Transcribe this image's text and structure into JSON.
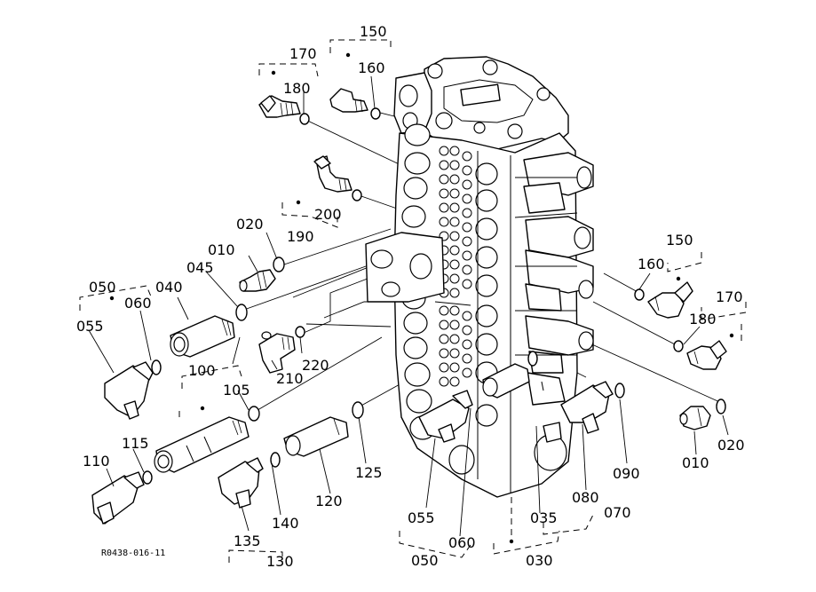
{
  "diagram": {
    "labels": {
      "p150a": "150",
      "p170a": "170",
      "p160a": "160",
      "p180a": "180",
      "p200": "200",
      "p190": "190",
      "p020a": "020",
      "p010a": "010",
      "p045": "045",
      "p040": "040",
      "p050a": "050",
      "p060a": "060",
      "p055a": "055",
      "p100": "100",
      "p105": "105",
      "p220": "220",
      "p210": "210",
      "p115": "115",
      "p110": "110",
      "p135": "135",
      "p140": "140",
      "p130": "130",
      "p120": "120",
      "p125": "125",
      "p055b": "055",
      "p060b": "060",
      "p050b": "050",
      "p035": "035",
      "p030": "030",
      "p080": "080",
      "p070": "070",
      "p090": "090",
      "p150b": "150",
      "p160b": "160",
      "p170b": "170",
      "p180b": "180",
      "p010b": "010",
      "p020b": "020"
    },
    "drawing_code": "R0438-016-11"
  }
}
